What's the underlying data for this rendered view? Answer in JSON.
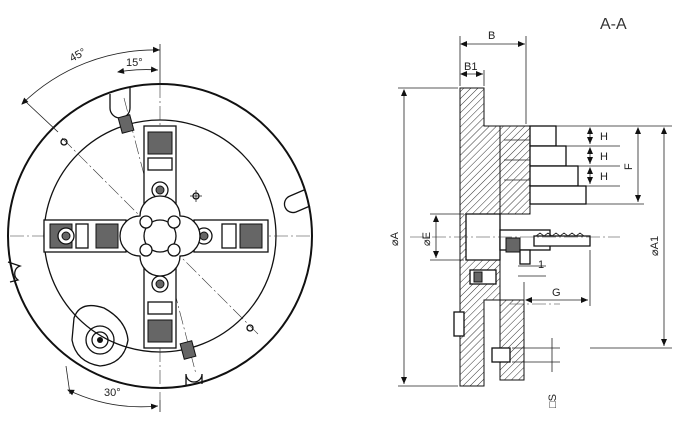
{
  "section_title": "A-A",
  "angles": {
    "a45": "45°",
    "a15": "15°",
    "a30": "30°"
  },
  "dimensions": {
    "B": "B",
    "B1": "B1",
    "H1": "H",
    "H2": "H",
    "H3": "H",
    "F": "F",
    "A": "⌀A",
    "E": "⌀E",
    "A1": "⌀A1",
    "one": "1",
    "G": "G",
    "S": "□S"
  },
  "colors": {
    "line": "#111111",
    "hatch": "#333333",
    "jaw_fill": "#888888"
  }
}
